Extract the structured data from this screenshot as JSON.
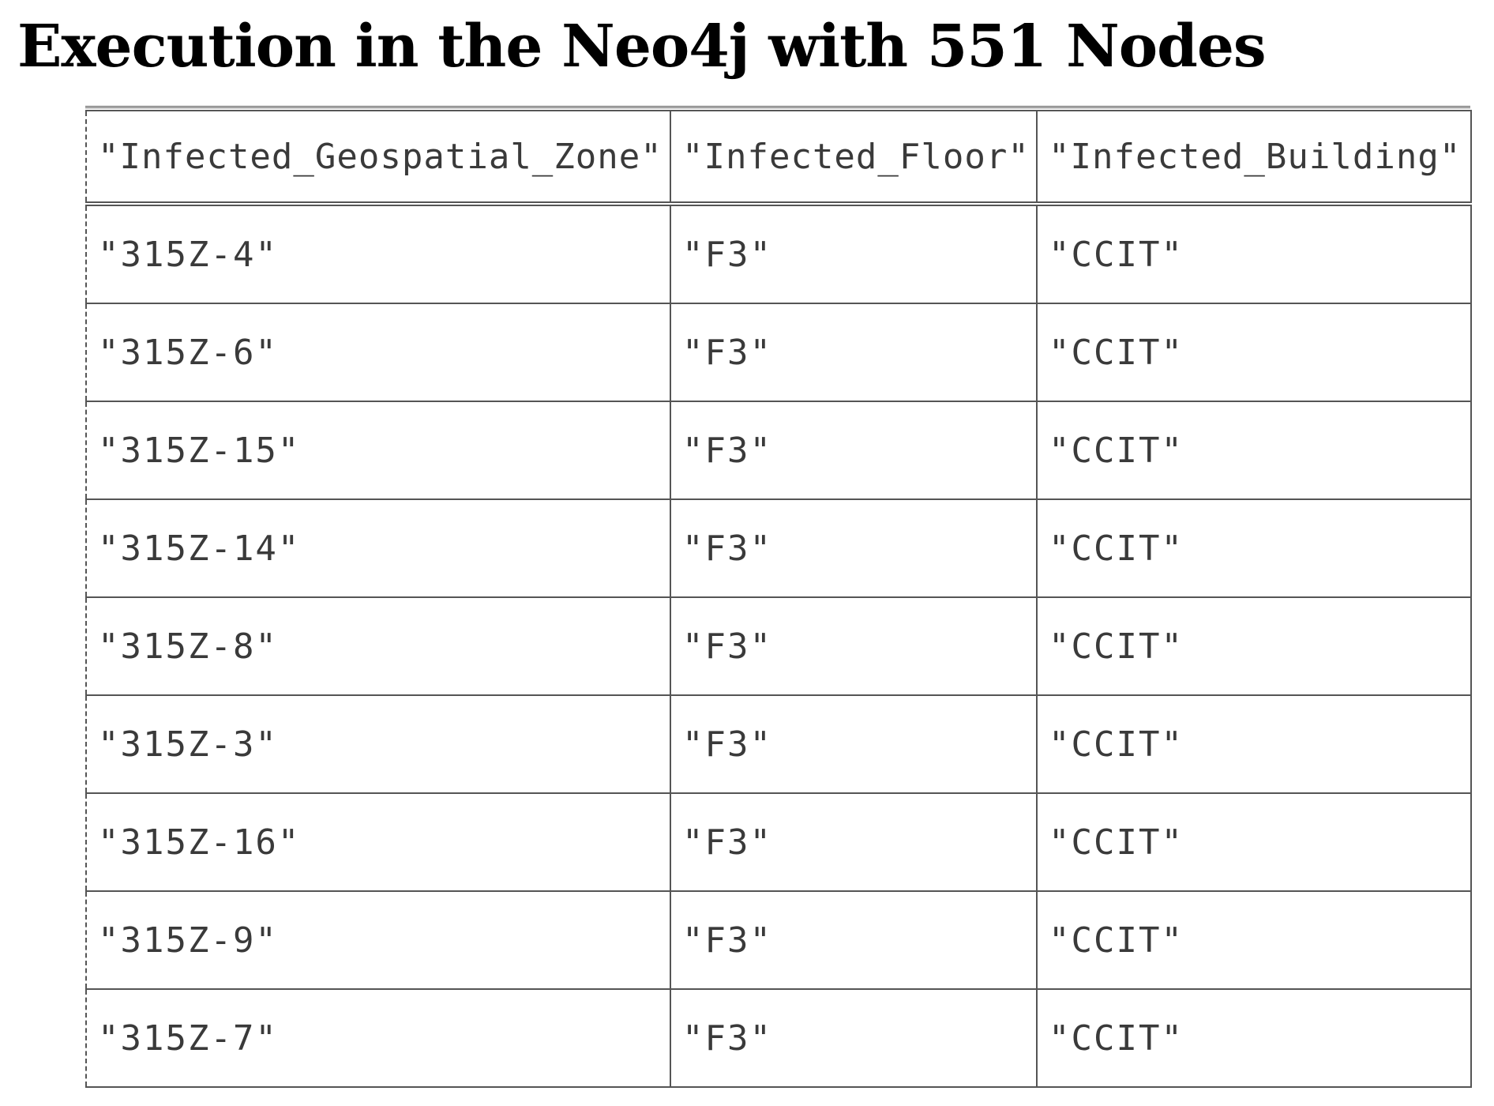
{
  "page": {
    "title": "Execution in the Neo4j with 551 Nodes"
  },
  "table": {
    "headers": [
      "\"Infected_Geospatial_Zone\"",
      "\"Infected_Floor\"",
      "\"Infected_Building\""
    ],
    "rows": [
      [
        "\"315Z-4\"",
        "\"F3\"",
        "\"CCIT\""
      ],
      [
        "\"315Z-6\"",
        "\"F3\"",
        "\"CCIT\""
      ],
      [
        "\"315Z-15\"",
        "\"F3\"",
        "\"CCIT\""
      ],
      [
        "\"315Z-14\"",
        "\"F3\"",
        "\"CCIT\""
      ],
      [
        "\"315Z-8\"",
        "\"F3\"",
        "\"CCIT\""
      ],
      [
        "\"315Z-3\"",
        "\"F3\"",
        "\"CCIT\""
      ],
      [
        "\"315Z-16\"",
        "\"F3\"",
        "\"CCIT\""
      ],
      [
        "\"315Z-9\"",
        "\"F3\"",
        "\"CCIT\""
      ],
      [
        "\"315Z-7\"",
        "\"F3\"",
        "\"CCIT\""
      ]
    ]
  },
  "colors": {
    "text": "#3a3a3a",
    "border": "#555555",
    "title": "#000000"
  }
}
